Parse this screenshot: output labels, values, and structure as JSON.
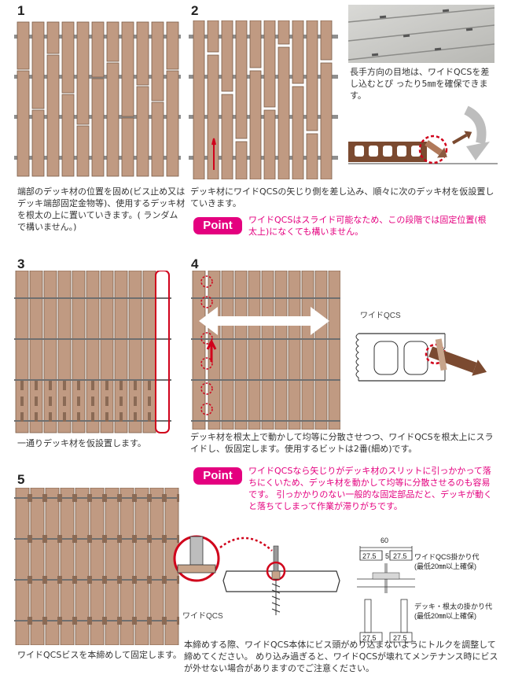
{
  "steps": [
    {
      "number": "1",
      "caption": "端部のデッキ材の位置を固め(ビス止め又はデッキ端部固定金物等)、使用するデッキ材を根太の上に置いていきます。( ランダムで構いません。)"
    },
    {
      "number": "2",
      "caption": "デッキ材にワイドQCSの矢じり側を差し込み、順々に次のデッキ材を仮設置していきます。"
    },
    {
      "number": "3",
      "caption": "一通りデッキ材を仮設置します。"
    },
    {
      "number": "4",
      "caption": "デッキ材を根太上で動かして均等に分散させつつ、ワイドQCSを根太上にスライドし、仮固定します。使用するビットは2番(細め)です。"
    },
    {
      "number": "5",
      "caption": "ワイドQCSビスを本締めして固定します。"
    }
  ],
  "photo_note": "長手方向の目地は、ワイドQCSを差し込むとぴ ったり5㎜を確保できます。",
  "points": [
    {
      "label": "Point",
      "text": "ワイドQCSはスライド可能なため、この段階では固定位置(根太上)になくても構いません。"
    },
    {
      "label": "Point",
      "text": "ワイドQCSなら矢じりがデッキ材のスリットに引っかかって落ちにくいため、デッキ材を動かして均等に分散させるのも容易です。 引っかかりのない一般的な固定部品だと、デッキが動くと落ちてしまって作業が滞りがちです。"
    }
  ],
  "labels": {
    "qcs_top": "ワイドQCS",
    "qcs_bottom": "ワイドQCS"
  },
  "dimensions": {
    "total": "60",
    "left": "27.5",
    "gap": "5",
    "right": "27.5",
    "bottom_left": "27.5",
    "bottom_right": "27.5",
    "note_top": "ワイドQCS掛かり代",
    "note_top_sub": "(最低20㎜以上確保)",
    "note_bottom": "デッキ・根太の掛かり代",
    "note_bottom_sub": "(最低20㎜以上確保)"
  },
  "final_note": "本締めする際、ワイドQCS本体にビス頭がめり込まないようにトルクを調整して締めてください。 めり込み過ぎると、ワイドQCSが壊れてメンテナンス時にビスが外せない場合がありますのでご注意ください。",
  "colors": {
    "wood": "#c09a82",
    "wood_dark": "#8a6a55",
    "joist": "#9a9a9a",
    "accent_pink": "#e4007f",
    "accent_red": "#d0021b"
  }
}
